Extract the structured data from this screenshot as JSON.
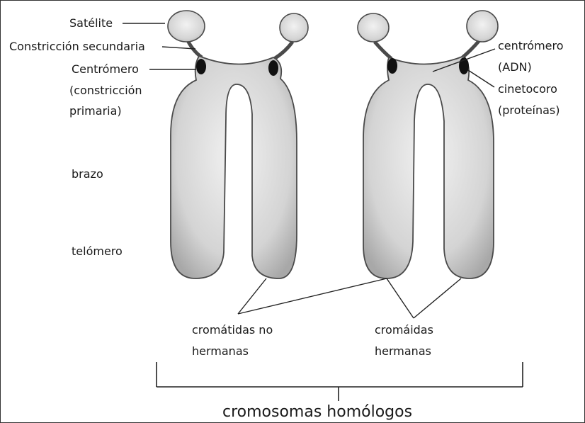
{
  "labels": {
    "satelite": "Satélite",
    "constriccion_secundaria": "Constricción secundaria",
    "centromero_left_1": "Centrómero",
    "centromero_left_2": "(constricción",
    "centromero_left_3": "primaria)",
    "brazo": "brazo",
    "telomero": "telómero",
    "centromero_right_1": "centrómero",
    "centromero_right_2": "(ADN)",
    "cinetocoro_1": "cinetocoro",
    "cinetocoro_2": "(proteínas)",
    "no_hermanas_1": "cromátidas no",
    "no_hermanas_2": "hermanas",
    "hermanas_1": "cromáidas",
    "hermanas_2": "hermanas",
    "homologos": "cromosomas homólogos"
  },
  "colors": {
    "chromosome_fill": "#d9d9d9",
    "chromosome_edge": "#4a4a4a",
    "centromere_dot": "#111111",
    "line": "#222222"
  }
}
